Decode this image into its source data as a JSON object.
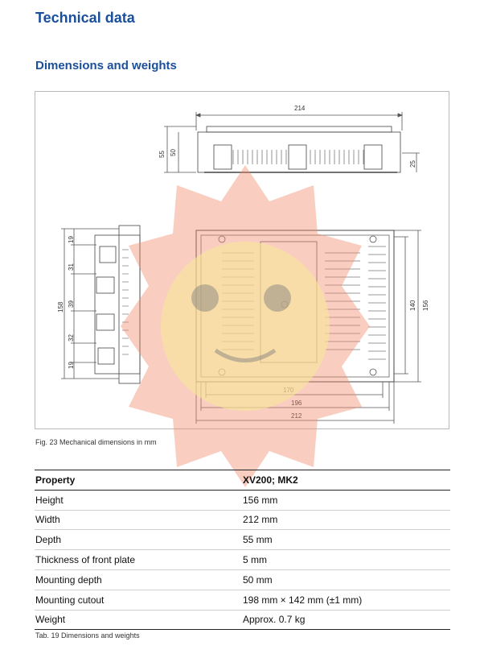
{
  "section_title": "Technical data",
  "subsection_title": "Dimensions and weights",
  "figure": {
    "caption": "Fig. 23 Mechanical dimensions in mm",
    "dims": {
      "top_width": "214",
      "depth_55": "55",
      "depth_50": "50",
      "front_25": "25",
      "side_158": "158",
      "side_19a": "19",
      "side_31": "31",
      "side_39": "39",
      "side_32": "32",
      "side_19b": "19",
      "right_140": "140",
      "right_156": "156",
      "bottom_170": "170",
      "bottom_196": "196",
      "bottom_212": "212"
    }
  },
  "table": {
    "headers": [
      "Property",
      "XV200; MK2"
    ],
    "rows": [
      [
        "Height",
        "156 mm"
      ],
      [
        "Width",
        "212 mm"
      ],
      [
        "Depth",
        "55 mm"
      ],
      [
        "Thickness of front plate",
        "5 mm"
      ],
      [
        "Mounting depth",
        "50 mm"
      ],
      [
        "Mounting cutout",
        "198 mm × 142 mm (±1 mm)"
      ],
      [
        "Weight",
        "Approx. 0.7 kg"
      ]
    ],
    "caption": "Tab. 19 Dimensions and weights"
  },
  "colors": {
    "heading": "#1a4f9c",
    "watermark_outer": "#f08a6c",
    "watermark_inner": "#f7e79a"
  }
}
